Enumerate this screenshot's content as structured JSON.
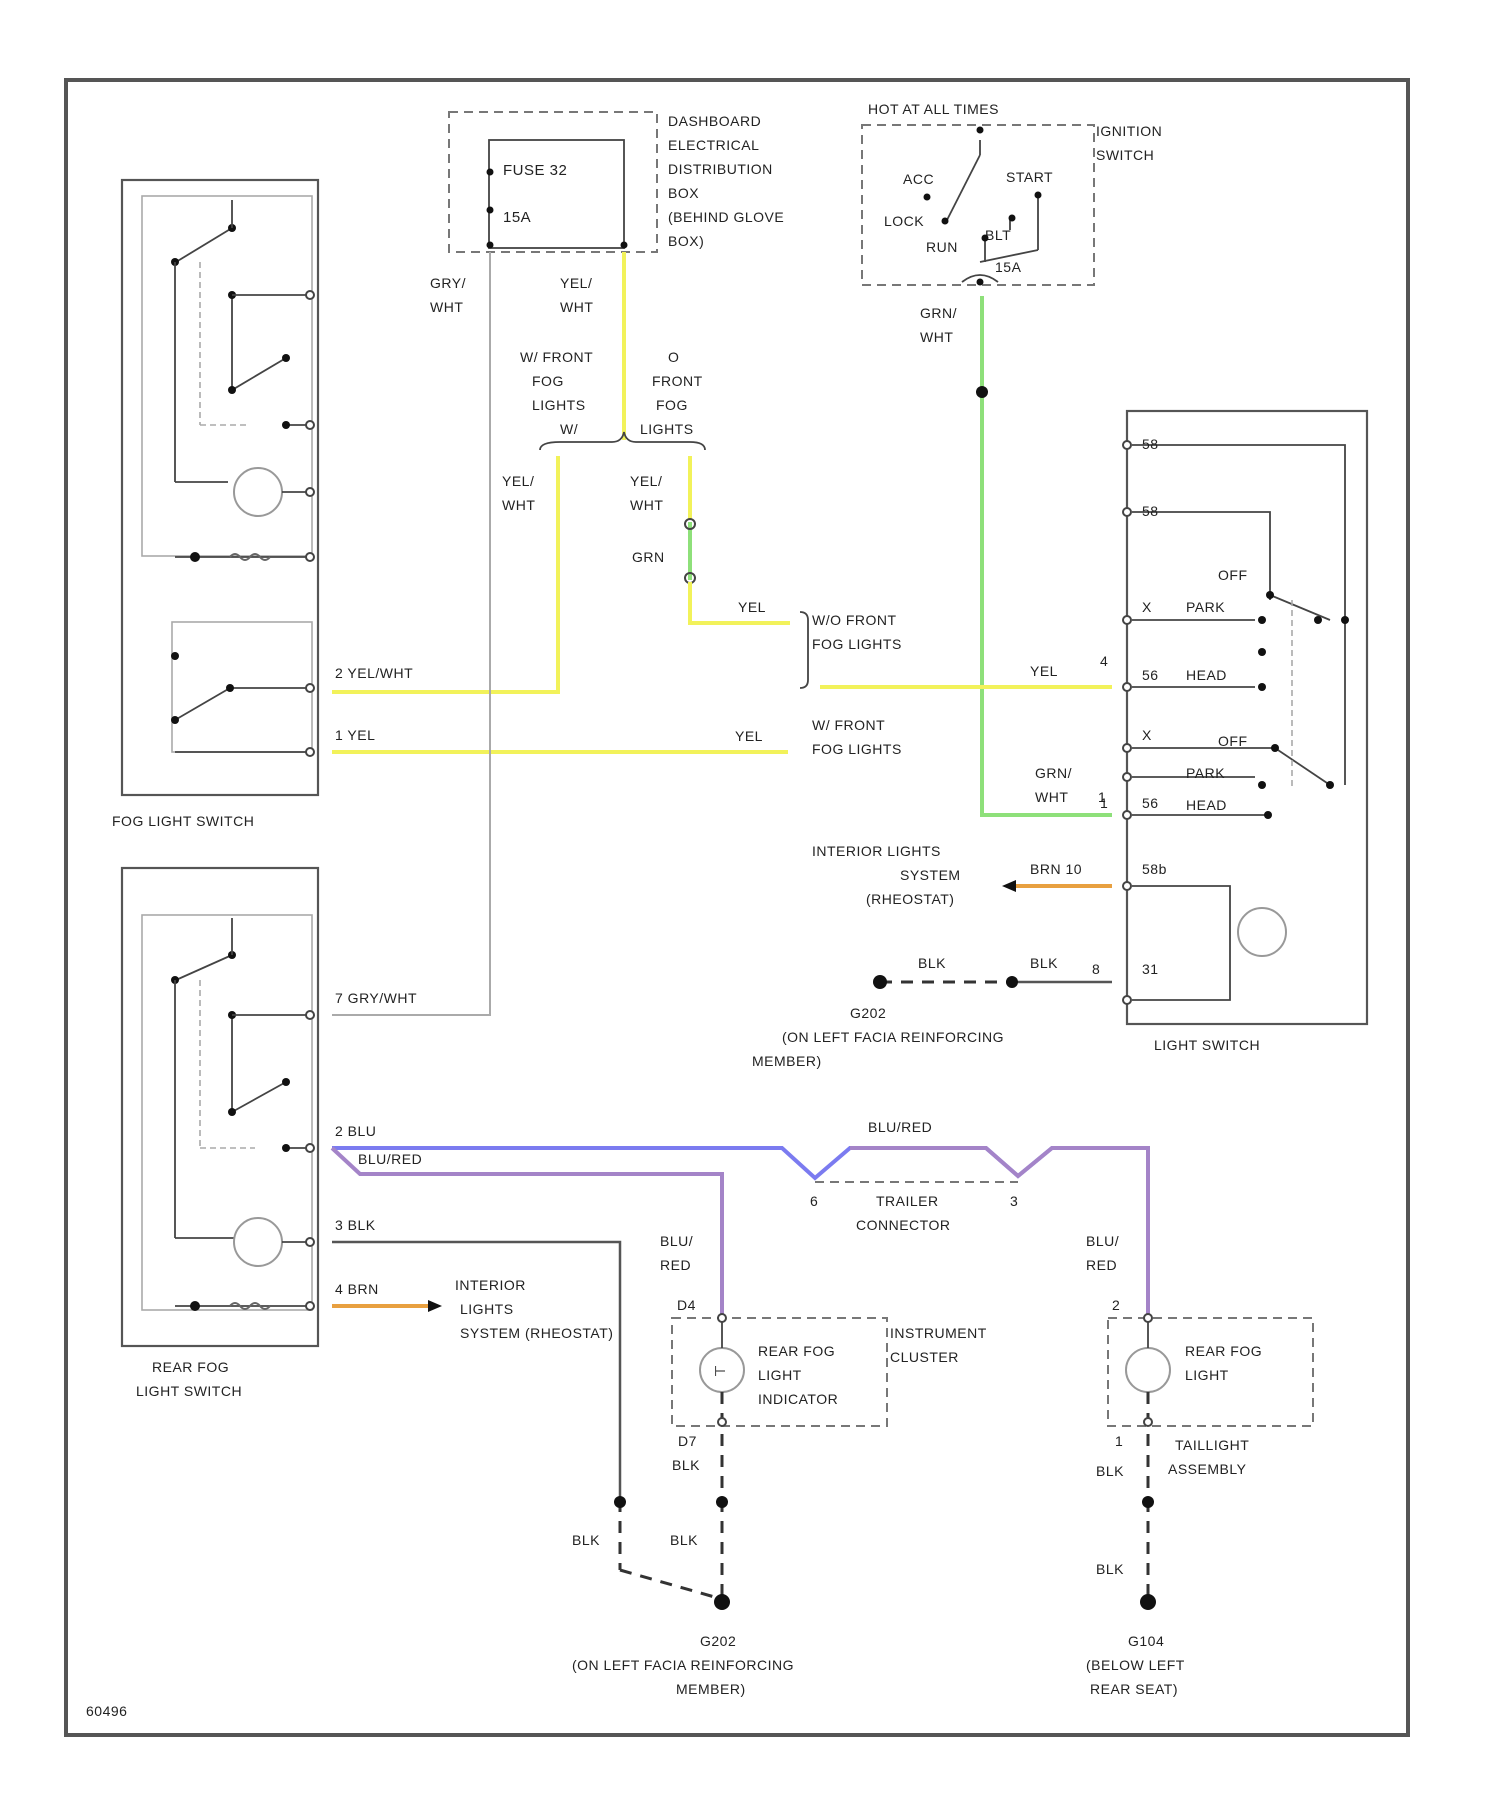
{
  "diagram_id": "60496",
  "fuse_box": {
    "title": [
      "DASHBOARD",
      "ELECTRICAL",
      "DISTRIBUTION",
      "BOX",
      "(BEHIND GLOVE",
      "BOX)"
    ],
    "fuse": "FUSE 32",
    "rating": "15A"
  },
  "ignition": {
    "hot": "HOT AT ALL TIMES",
    "title": [
      "IGNITION",
      "SWITCH"
    ],
    "positions": [
      "ACC",
      "LOCK",
      "RUN",
      "START",
      "BLT",
      "15A"
    ]
  },
  "wires": {
    "gry_wht_top": [
      "GRY/",
      "WHT"
    ],
    "yel_wht_top": [
      "YEL/",
      "WHT"
    ],
    "grn_wht_top": [
      "GRN/",
      "WHT"
    ],
    "w_front_fog": [
      "W/ FRONT",
      "FOG",
      "LIGHTS",
      "W/"
    ],
    "o_front_fog": [
      "O",
      "FRONT",
      "FOG",
      "LIGHTS"
    ],
    "yel_wht_left": [
      "YEL/",
      "WHT"
    ],
    "yel_wht_mid": [
      "YEL/",
      "WHT"
    ],
    "grn": "GRN",
    "yel": "YEL",
    "wo_front_fog": [
      "W/O FRONT",
      "FOG LIGHTS"
    ],
    "w_front_fog_right": [
      "W/ FRONT",
      "FOG LIGHTS"
    ],
    "pin2_yelwht": "2  YEL/WHT",
    "pin1_yel": "1  YEL",
    "yel_right": "YEL",
    "yel_bottom": "YEL",
    "pin4": "4",
    "grn_wht_right": [
      "GRN/",
      "WHT"
    ],
    "pin1_light": "1",
    "brn10": "BRN 10",
    "blk_left": "BLK",
    "blk_right": "BLK",
    "pin8": "8",
    "rf_pin7": "7  GRY/WHT",
    "rf_pin2": "2  BLU",
    "rf_blu_red": "BLU/RED",
    "rf_pin3": "3  BLK",
    "rf_pin4": "4  BRN",
    "blu_red_top": "BLU/RED",
    "blu_red_cluster": [
      "BLU/",
      "RED"
    ],
    "blu_red_tail": [
      "BLU/",
      "RED"
    ],
    "pin_d4": "D4",
    "pin_d7": "D7",
    "blk_d7": "BLK",
    "pin2_tail": "2",
    "pin1_tail": "1",
    "blk_tail": "BLK",
    "blk_g202a": "BLK",
    "blk_g202b": "BLK",
    "blk_g104": "BLK",
    "trailer_pin_left": "6",
    "trailer_pin_right": "3"
  },
  "light_switch": {
    "pins": [
      "58",
      "58",
      "X",
      "56",
      "X",
      "56",
      "1",
      "58b",
      "31"
    ],
    "positions": [
      "OFF",
      "PARK",
      "HEAD",
      "OFF",
      "PARK",
      "HEAD"
    ],
    "title": "LIGHT SWITCH"
  },
  "components": {
    "fog_switch": "FOG LIGHT SWITCH",
    "rear_fog_switch": [
      "REAR FOG",
      "LIGHT SWITCH"
    ],
    "interior_upper": [
      "INTERIOR LIGHTS",
      "SYSTEM",
      "(RHEOSTAT)"
    ],
    "interior_lower": [
      "INTERIOR",
      "LIGHTS",
      "SYSTEM (RHEOSTAT)"
    ],
    "g202_upper": [
      "G202",
      "(ON LEFT FACIA REINFORCING",
      "MEMBER)"
    ],
    "trailer": [
      "TRAILER",
      "CONNECTOR"
    ],
    "rear_fog_indicator": [
      "REAR FOG",
      "LIGHT",
      "INDICATOR"
    ],
    "instrument_cluster": [
      "INSTRUMENT",
      "CLUSTER"
    ],
    "rear_fog_light": [
      "REAR FOG",
      "LIGHT"
    ],
    "taillight": [
      "TAILLIGHT",
      "ASSEMBLY"
    ],
    "g202_lower": [
      "G202",
      "(ON LEFT FACIA REINFORCING",
      "MEMBER)"
    ],
    "g104": [
      "G104",
      "(BELOW LEFT",
      "REAR SEAT)"
    ]
  },
  "colors": {
    "yellow": "#f2f25a",
    "green": "#8ee07a",
    "blue": "#7b7bf0",
    "purple": "#a484c8",
    "orange": "#e8a040",
    "frame": "#555555"
  }
}
